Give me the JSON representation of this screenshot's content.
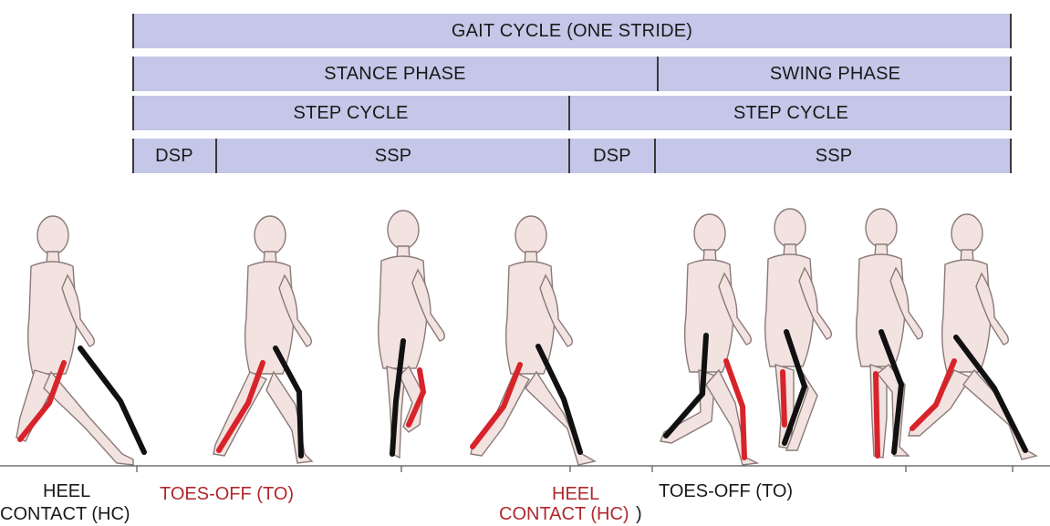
{
  "bands": {
    "row1": {
      "label": "GAIT CYCLE (ONE STRIDE)"
    },
    "row2": {
      "stance": "STANCE PHASE",
      "swing": "SWING PHASE"
    },
    "row3": {
      "step_a": "STEP CYCLE",
      "step_b": "STEP CYCLE"
    },
    "row4": {
      "dsp_a": "DSP",
      "ssp_a": "SSP",
      "dsp_b": "DSP",
      "ssp_b": "SSP"
    }
  },
  "labels": {
    "heel_contact_1_line1": "HEEL",
    "heel_contact_1_line2": "CONTACT (HC)",
    "toes_off_1": "TOES-OFF (TO)",
    "heel_contact_2_line1": "HEEL",
    "heel_contact_2_line2": "CONTACT (HC)",
    "heel_contact_2_paren": ")",
    "toes_off_2": "TOES-OFF (TO)"
  },
  "colors": {
    "band_fill": "#c5c7e8",
    "skin": "#f3e3e0",
    "outline": "#8a7a78",
    "left_leg": "#d8232a",
    "right_leg": "#111111",
    "red_text": "#b0282c"
  }
}
